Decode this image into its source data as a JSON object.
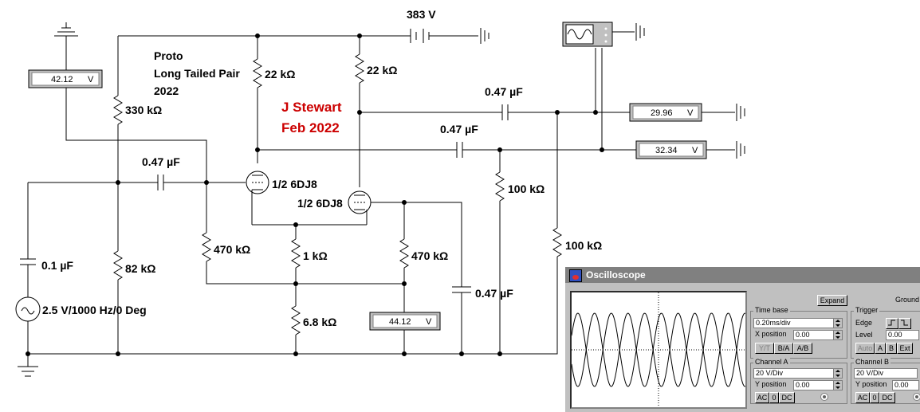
{
  "title_block": {
    "line1": "Proto",
    "line2": "Long Tailed Pair",
    "line3": "2022",
    "author": "J Stewart",
    "date": "Feb 2022"
  },
  "components": {
    "supply": "383 V",
    "r_plate_left": "22 kΩ",
    "r_plate_right": "22 kΩ",
    "r_bias_top": "330 kΩ",
    "r_bias_bottom": "82 kΩ",
    "r_grid1": "470 kΩ",
    "r_grid2": "470 kΩ",
    "r_tail1": "1 kΩ",
    "r_tail2": "6.8 kΩ",
    "r_load1": "100 kΩ",
    "r_load2": "100 kΩ",
    "c_in": "0.47 µF",
    "c_out1": "0.47 µF",
    "c_out2": "0.47 µF",
    "c_bypass": "0.47 µF",
    "c_source": "0.1 µF",
    "tube1": "1/2 6DJ8",
    "tube2": "1/2 6DJ8",
    "source": "2.5 V/1000 Hz/0 Deg"
  },
  "meters": {
    "m1": {
      "value": "42.12",
      "unit": "V"
    },
    "m2": {
      "value": "29.96",
      "unit": "V"
    },
    "m3": {
      "value": "32.34",
      "unit": "V"
    },
    "m4": {
      "value": "44.12",
      "unit": "V"
    }
  },
  "oscilloscope": {
    "title": "Oscilloscope",
    "expand_label": "Expand",
    "ground_label": "Ground",
    "timebase": {
      "label": "Time base",
      "value": "0.20ms/div",
      "xpos_label": "X position",
      "xpos_value": "0.00",
      "modes": [
        "Y/T",
        "B/A",
        "A/B"
      ]
    },
    "trigger": {
      "label": "Trigger",
      "edge_label": "Edge",
      "level_label": "Level",
      "level_value": "0.00",
      "modes": [
        "Auto",
        "A",
        "B",
        "Ext"
      ]
    },
    "channel_a": {
      "label": "Channel A",
      "value": "20 V/Div",
      "ypos_label": "Y position",
      "ypos_value": "0.00",
      "coupling": [
        "AC",
        "0",
        "DC"
      ]
    },
    "channel_b": {
      "label": "Channel B",
      "value": "20 V/Div",
      "ypos_label": "Y position",
      "ypos_value": "0.00",
      "coupling": [
        "AC",
        "0",
        "DC"
      ]
    }
  }
}
